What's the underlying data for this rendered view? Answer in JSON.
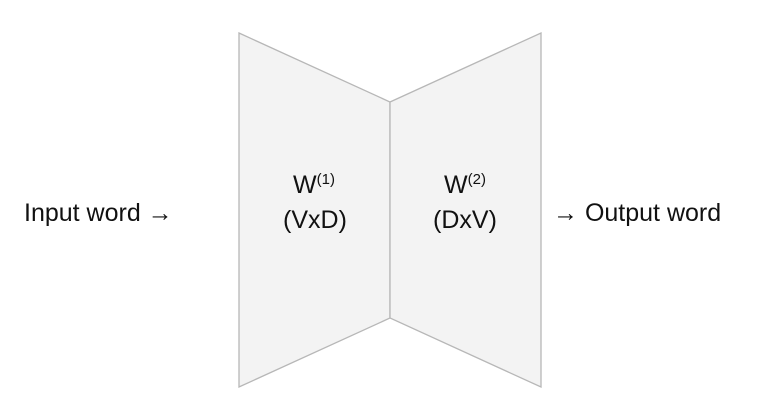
{
  "input_label": "Input word →",
  "output_label": "→ Output word",
  "encoder": {
    "weight_symbol": "W",
    "weight_superscript": "(1)",
    "dimensions": "(VxD)"
  },
  "decoder": {
    "weight_symbol": "W",
    "weight_superscript": "(2)",
    "dimensions": "(DxV)"
  },
  "colors": {
    "shape_fill": "#f3f3f3",
    "shape_stroke": "#b7b7b7",
    "text": "#111111"
  }
}
